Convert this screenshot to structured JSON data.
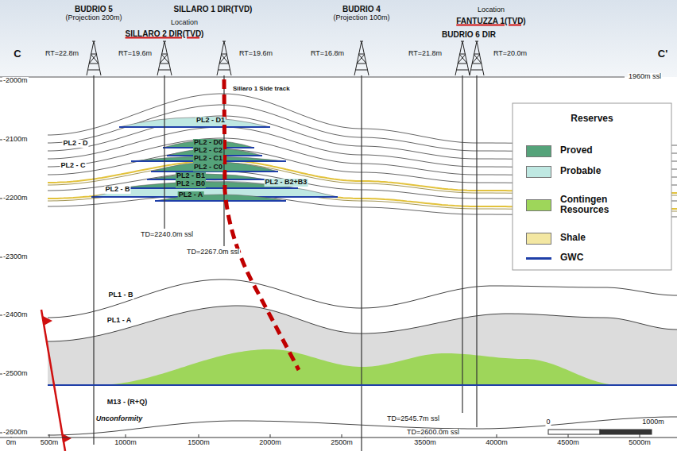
{
  "diagram": {
    "labels": [
      "BUDRIO 5",
      "(Projection 200m)",
      "SILLARO 1 DIR(TVD)",
      "Location",
      "SILLARO 2 DIR(TVD)",
      "BUDRIO 4",
      "(Projection 100m)",
      "Location",
      "FANTUZZA 1(TVD)",
      "BUDRIO 6 DIR",
      "C",
      "C'",
      "RT=22.8m",
      "RT=19.6m",
      "RT=19.6m",
      "RT=16.8m",
      "RT=21.8m",
      "RT=20.0m",
      "1960m ssl",
      "Sillaro 1 Side track",
      "-2000m",
      "-2100m",
      "-2200m",
      "-2300m",
      "-2400m",
      "-2500m",
      "-2600m",
      "PL2 - D1",
      "PL2 - D0",
      "PL2 - D",
      "PL2 - C2",
      "PL2 - C1",
      "PL2 - C",
      "PL2 - C0",
      "PL2 - B1",
      "PL2 - B0",
      "PL2 - B2+B3",
      "PL2 - B",
      "PL2 - A",
      "TD=2240.0m ssl",
      "TD=2267.0m ssl",
      "PL1 - B",
      "PL1 - A",
      "M13 - (R+Q)",
      "Unconformity",
      "TD=2545.7m ssl",
      "TD=2600.0m ssl",
      "0",
      "1000m",
      "0m",
      "500m",
      "1000m",
      "1500m",
      "2000m",
      "2500m",
      "3500m",
      "4000m",
      "4500m",
      "5000m",
      "Reserves"
    ],
    "legend": [
      {
        "text": "Proved",
        "color": "#55a37a"
      },
      {
        "text": "Probable",
        "color": "#bfe8e2"
      },
      {
        "text": "Contingen Resources",
        "color": "#9ed65a"
      },
      {
        "text": "Shale",
        "color": "#f3e7a2"
      },
      {
        "text": "GWC"
      }
    ]
  }
}
